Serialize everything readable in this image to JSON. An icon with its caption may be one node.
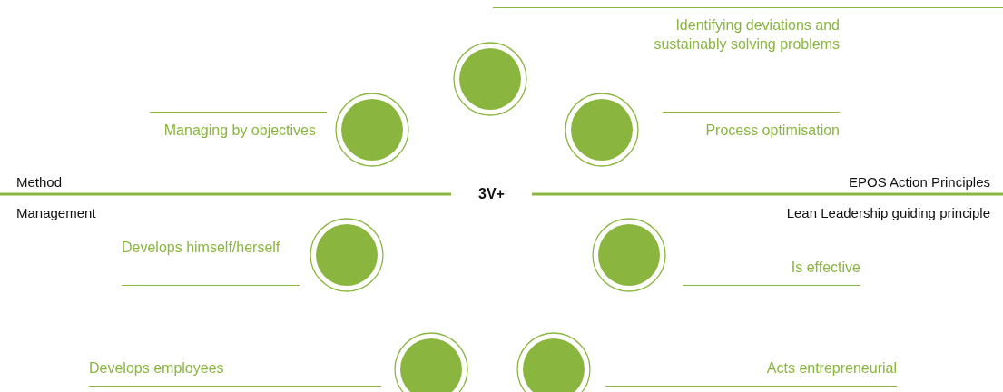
{
  "diagram": {
    "nodes": [
      {
        "text": [],
        "shape": "circle"
      },
      {
        "text": [],
        "shape": "circle",
        "beside": [
          "Managing by objectives"
        ]
      },
      {
        "text": [],
        "shape": "circle"
      },
      {
        "text": [],
        "shape": "circle",
        "beside": [
          "Develops himself/herself"
        ]
      },
      {
        "text": [],
        "shape": "circle"
      },
      {
        "text": [],
        "shape": "circle"
      },
      {
        "text": [],
        "shape": "circle"
      }
    ],
    "edges": [],
    "labels": [
      "Identifying deviations and sustainably solving problems",
      "Process optimisation",
      "Method",
      "EPOS Action Principles",
      "3V+",
      "Management",
      "Lean Leadership guiding principle",
      "Is effective",
      "Develops employees",
      "Acts entrepreneurial"
    ]
  }
}
